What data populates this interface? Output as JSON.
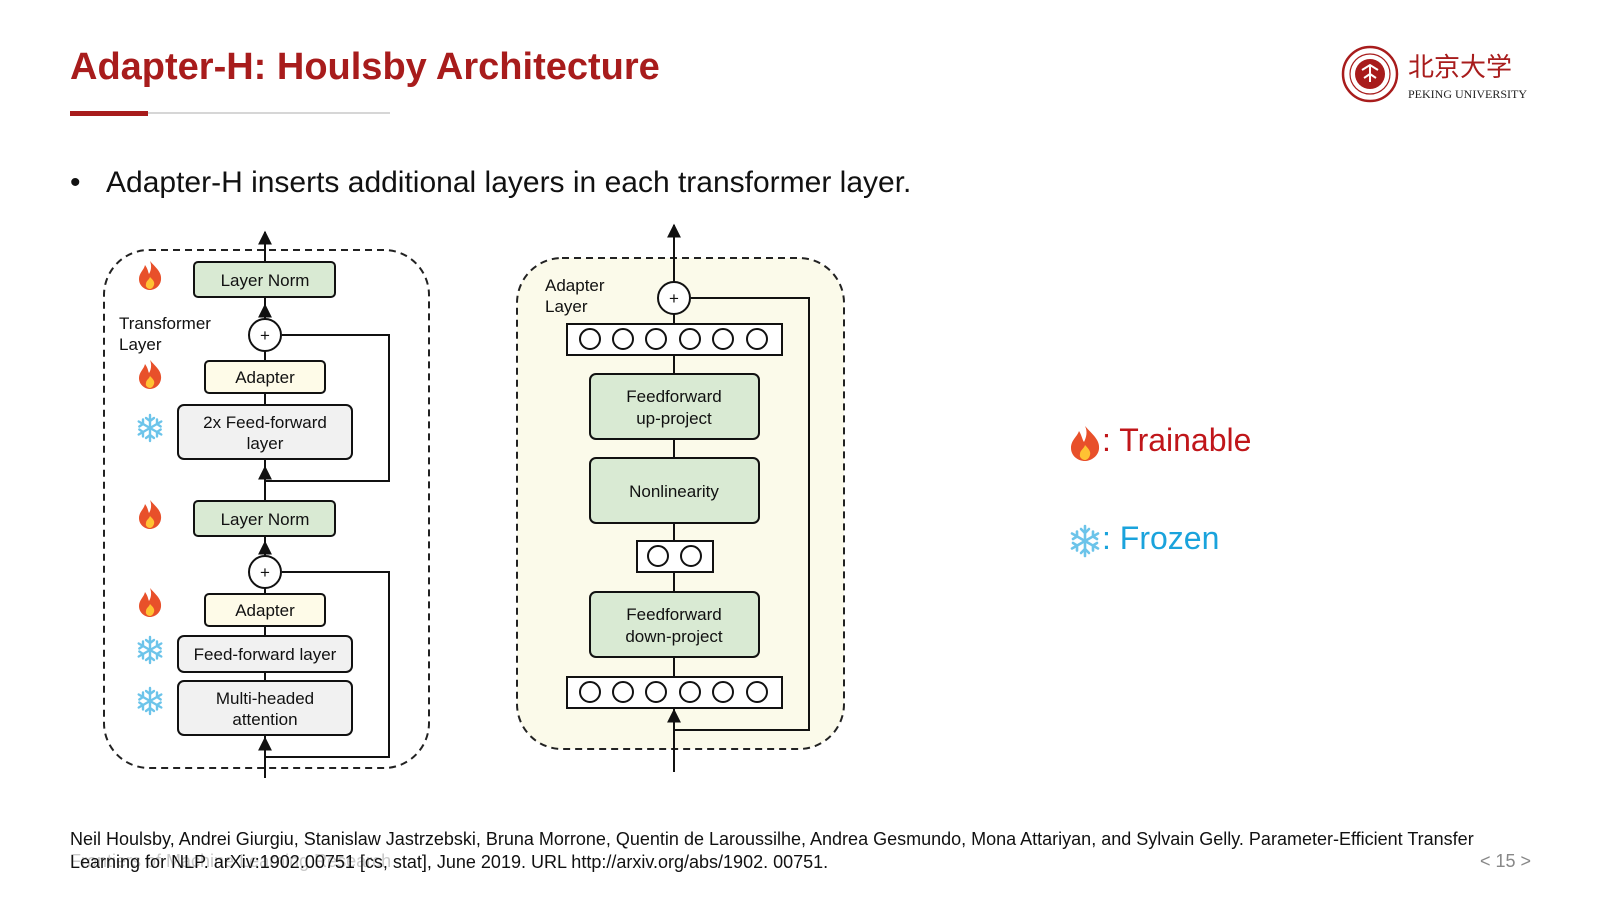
{
  "slide": {
    "title": "Adapter-H: Houlsby Architecture",
    "bullet": "Adapter-H inserts additional layers in each transformer layer.",
    "logo_text": "PEKING UNIVERSITY",
    "logo_cn": "北京大学",
    "reference": "Neil Houlsby, Andrei Giurgiu, Stanislaw Jastrzebski, Bruna Morrone, Quentin de Laroussilhe, Andrea Gesmundo, Mona Attariyan, and Sylvain Gelly. Parameter-Efficient Transfer Learning for NLP. arXiv:1902.00751 [cs, stat], June 2019. URL http://arxiv.org/abs/1902. 00751.",
    "footer": "Frontiers of Machine Learning Research",
    "page_number": "< 15 >"
  },
  "transformer": {
    "label_line1": "Transformer",
    "label_line2": "Layer",
    "layer_norm_top": "Layer Norm",
    "adapter_top": "Adapter",
    "ff2x_line1": "2x Feed-forward",
    "ff2x_line2": "layer",
    "layer_norm_bottom": "Layer Norm",
    "adapter_bottom": "Adapter",
    "ff_layer": "Feed-forward layer",
    "mha_line1": "Multi-headed",
    "mha_line2": "attention",
    "plus": "+"
  },
  "adapter": {
    "label_line1": "Adapter",
    "label_line2": "Layer",
    "up_line1": "Feedforward",
    "up_line2": "up-project",
    "nonlinearity": "Nonlinearity",
    "down_line1": "Feedforward",
    "down_line2": "down-project",
    "plus": "+"
  },
  "legend": {
    "trainable": ": Trainable",
    "frozen": ": Frozen"
  },
  "icons": {
    "fire": "fire-icon",
    "snowflake": "snowflake-icon"
  },
  "colors": {
    "brand_red": "#a81c1c",
    "green_box": "#d9ead3",
    "yellow_box": "#fefbe8",
    "gray_box": "#f1f1f1",
    "adapter_bg": "#fbfaea",
    "trainable": "#c0161a",
    "frozen": "#1aa3dc"
  }
}
